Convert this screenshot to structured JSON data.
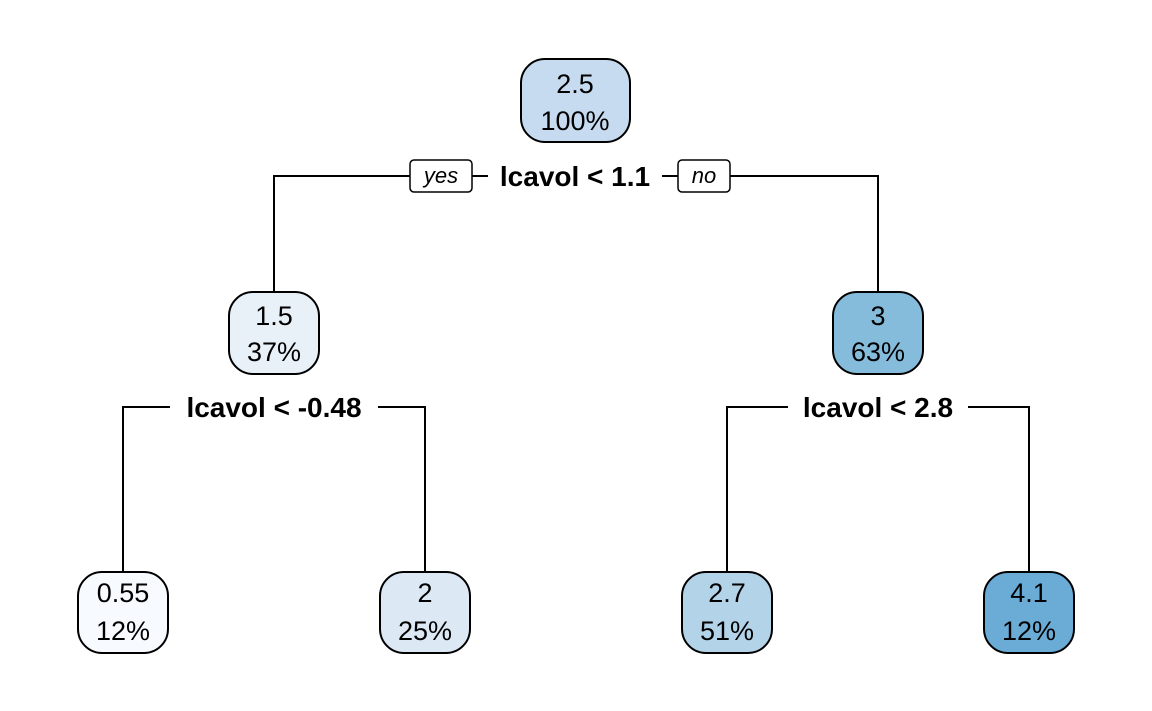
{
  "tree": {
    "nodes": [
      {
        "id": "root",
        "value": "2.5",
        "percent": "100%",
        "color": "#c6dbef"
      },
      {
        "id": "n2",
        "value": "1.5",
        "percent": "37%",
        "color": "#e8f0f8"
      },
      {
        "id": "n3",
        "value": "3",
        "percent": "63%",
        "color": "#85bcdc"
      },
      {
        "id": "n4",
        "value": "0.55",
        "percent": "12%",
        "color": "#f7fbff"
      },
      {
        "id": "n5",
        "value": "2",
        "percent": "25%",
        "color": "#dce9f5"
      },
      {
        "id": "n6",
        "value": "2.7",
        "percent": "51%",
        "color": "#b3d3e8"
      },
      {
        "id": "n7",
        "value": "4.1",
        "percent": "12%",
        "color": "#6aacd6"
      }
    ],
    "splits": [
      {
        "id": "root",
        "label": "lcavol < 1.1"
      },
      {
        "id": "n2",
        "label": "lcavol < -0.48"
      },
      {
        "id": "n3",
        "label": "lcavol < 2.8"
      }
    ],
    "branch_labels": {
      "yes": "yes",
      "no": "no"
    }
  }
}
